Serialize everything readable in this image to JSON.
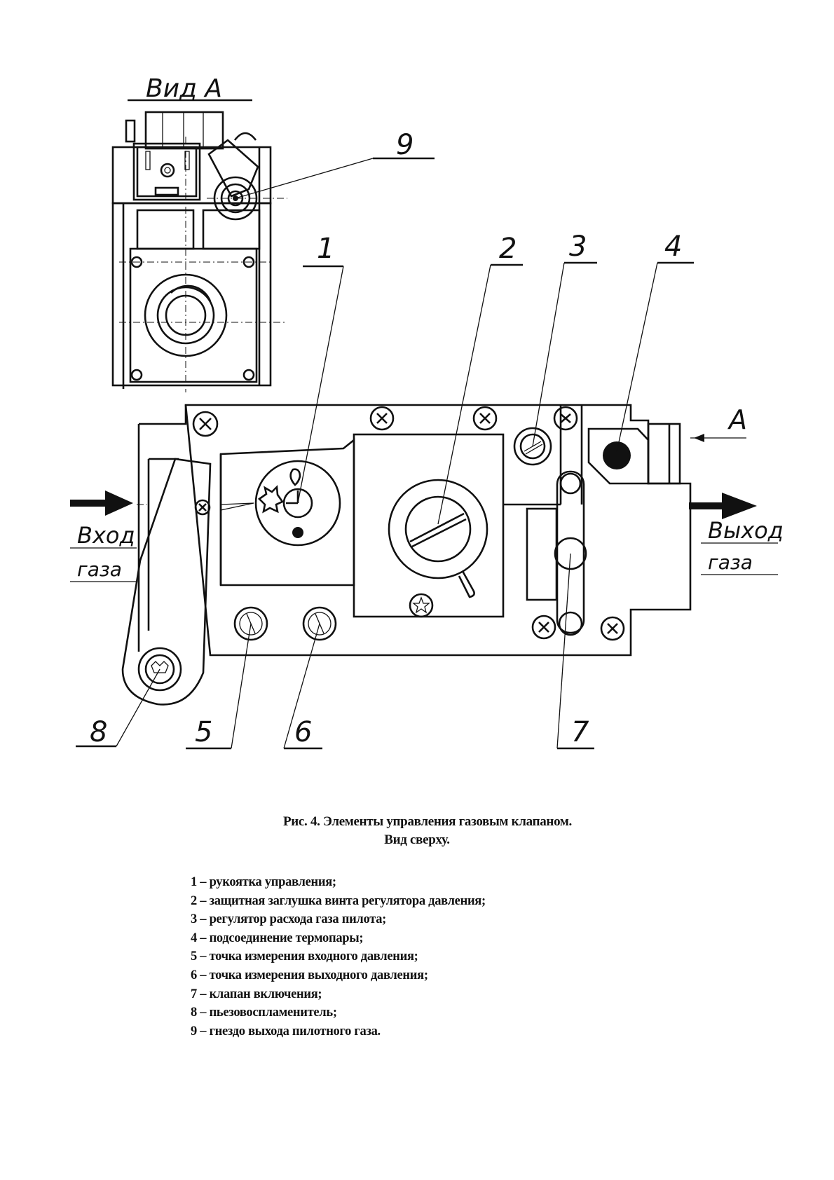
{
  "view_a": {
    "title": "Вид А"
  },
  "direction_marker": "А",
  "callouts": [
    "1",
    "2",
    "3",
    "4",
    "5",
    "6",
    "7",
    "8",
    "9"
  ],
  "inlet": {
    "line1": "Вход",
    "line2": "газа"
  },
  "outlet": {
    "line1": "Выход",
    "line2": "газа"
  },
  "caption": {
    "line1": "Рис. 4. Элементы управления газовым клапаном.",
    "line2": "Вид сверху."
  },
  "legend": [
    {
      "num": "1",
      "text": "рукоятка управления;"
    },
    {
      "num": "2",
      "text": "защитная заглушка винта регулятора давления;"
    },
    {
      "num": "3",
      "text": "регулятор расхода газа пилота;"
    },
    {
      "num": "4",
      "text": "подсоединение термопары;"
    },
    {
      "num": "5",
      "text": "точка измерения входного давления;"
    },
    {
      "num": "6",
      "text": "точка измерения выходного давления;"
    },
    {
      "num": "7",
      "text": "клапан включения;"
    },
    {
      "num": "8",
      "text": "пьезовоспламенитель;"
    },
    {
      "num": "9",
      "text": "гнездо выхода пилотного газа."
    }
  ],
  "legend_separator": " – "
}
